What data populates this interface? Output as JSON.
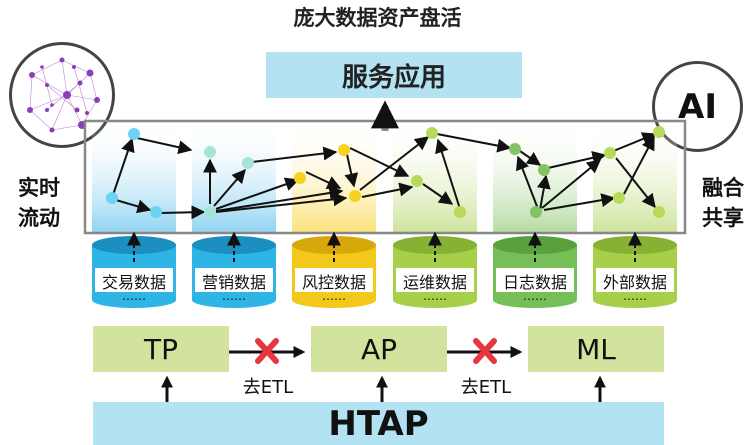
{
  "title": "庞大数据资产盘活",
  "service": "服务应用",
  "left_label": [
    "实时",
    "流动"
  ],
  "right_label": [
    "融合",
    "共享"
  ],
  "ai_label": "AI",
  "data_sources": [
    {
      "label": "交易数据",
      "dots": "……",
      "color": "#2fb4e6"
    },
    {
      "label": "营销数据",
      "dots": "……",
      "color": "#2fb4e6"
    },
    {
      "label": "风控数据",
      "dots": "……",
      "color": "#f2c81a"
    },
    {
      "label": "运维数据",
      "dots": "……",
      "color": "#a6cf4a"
    },
    {
      "label": "日志数据",
      "dots": "……",
      "color": "#76bf58"
    },
    {
      "label": "外部数据",
      "dots": "……",
      "color": "#a6cf4a"
    }
  ],
  "pipeline": {
    "tp": "TP",
    "ap": "AP",
    "ml": "ML",
    "etl_1": "去ETL",
    "etl_2": "去ETL",
    "htap": "HTAP"
  },
  "colors": {
    "service_bg": "#b3e2f2",
    "flow_box_bg": "#d1e39d",
    "cross": "#e8363d"
  }
}
